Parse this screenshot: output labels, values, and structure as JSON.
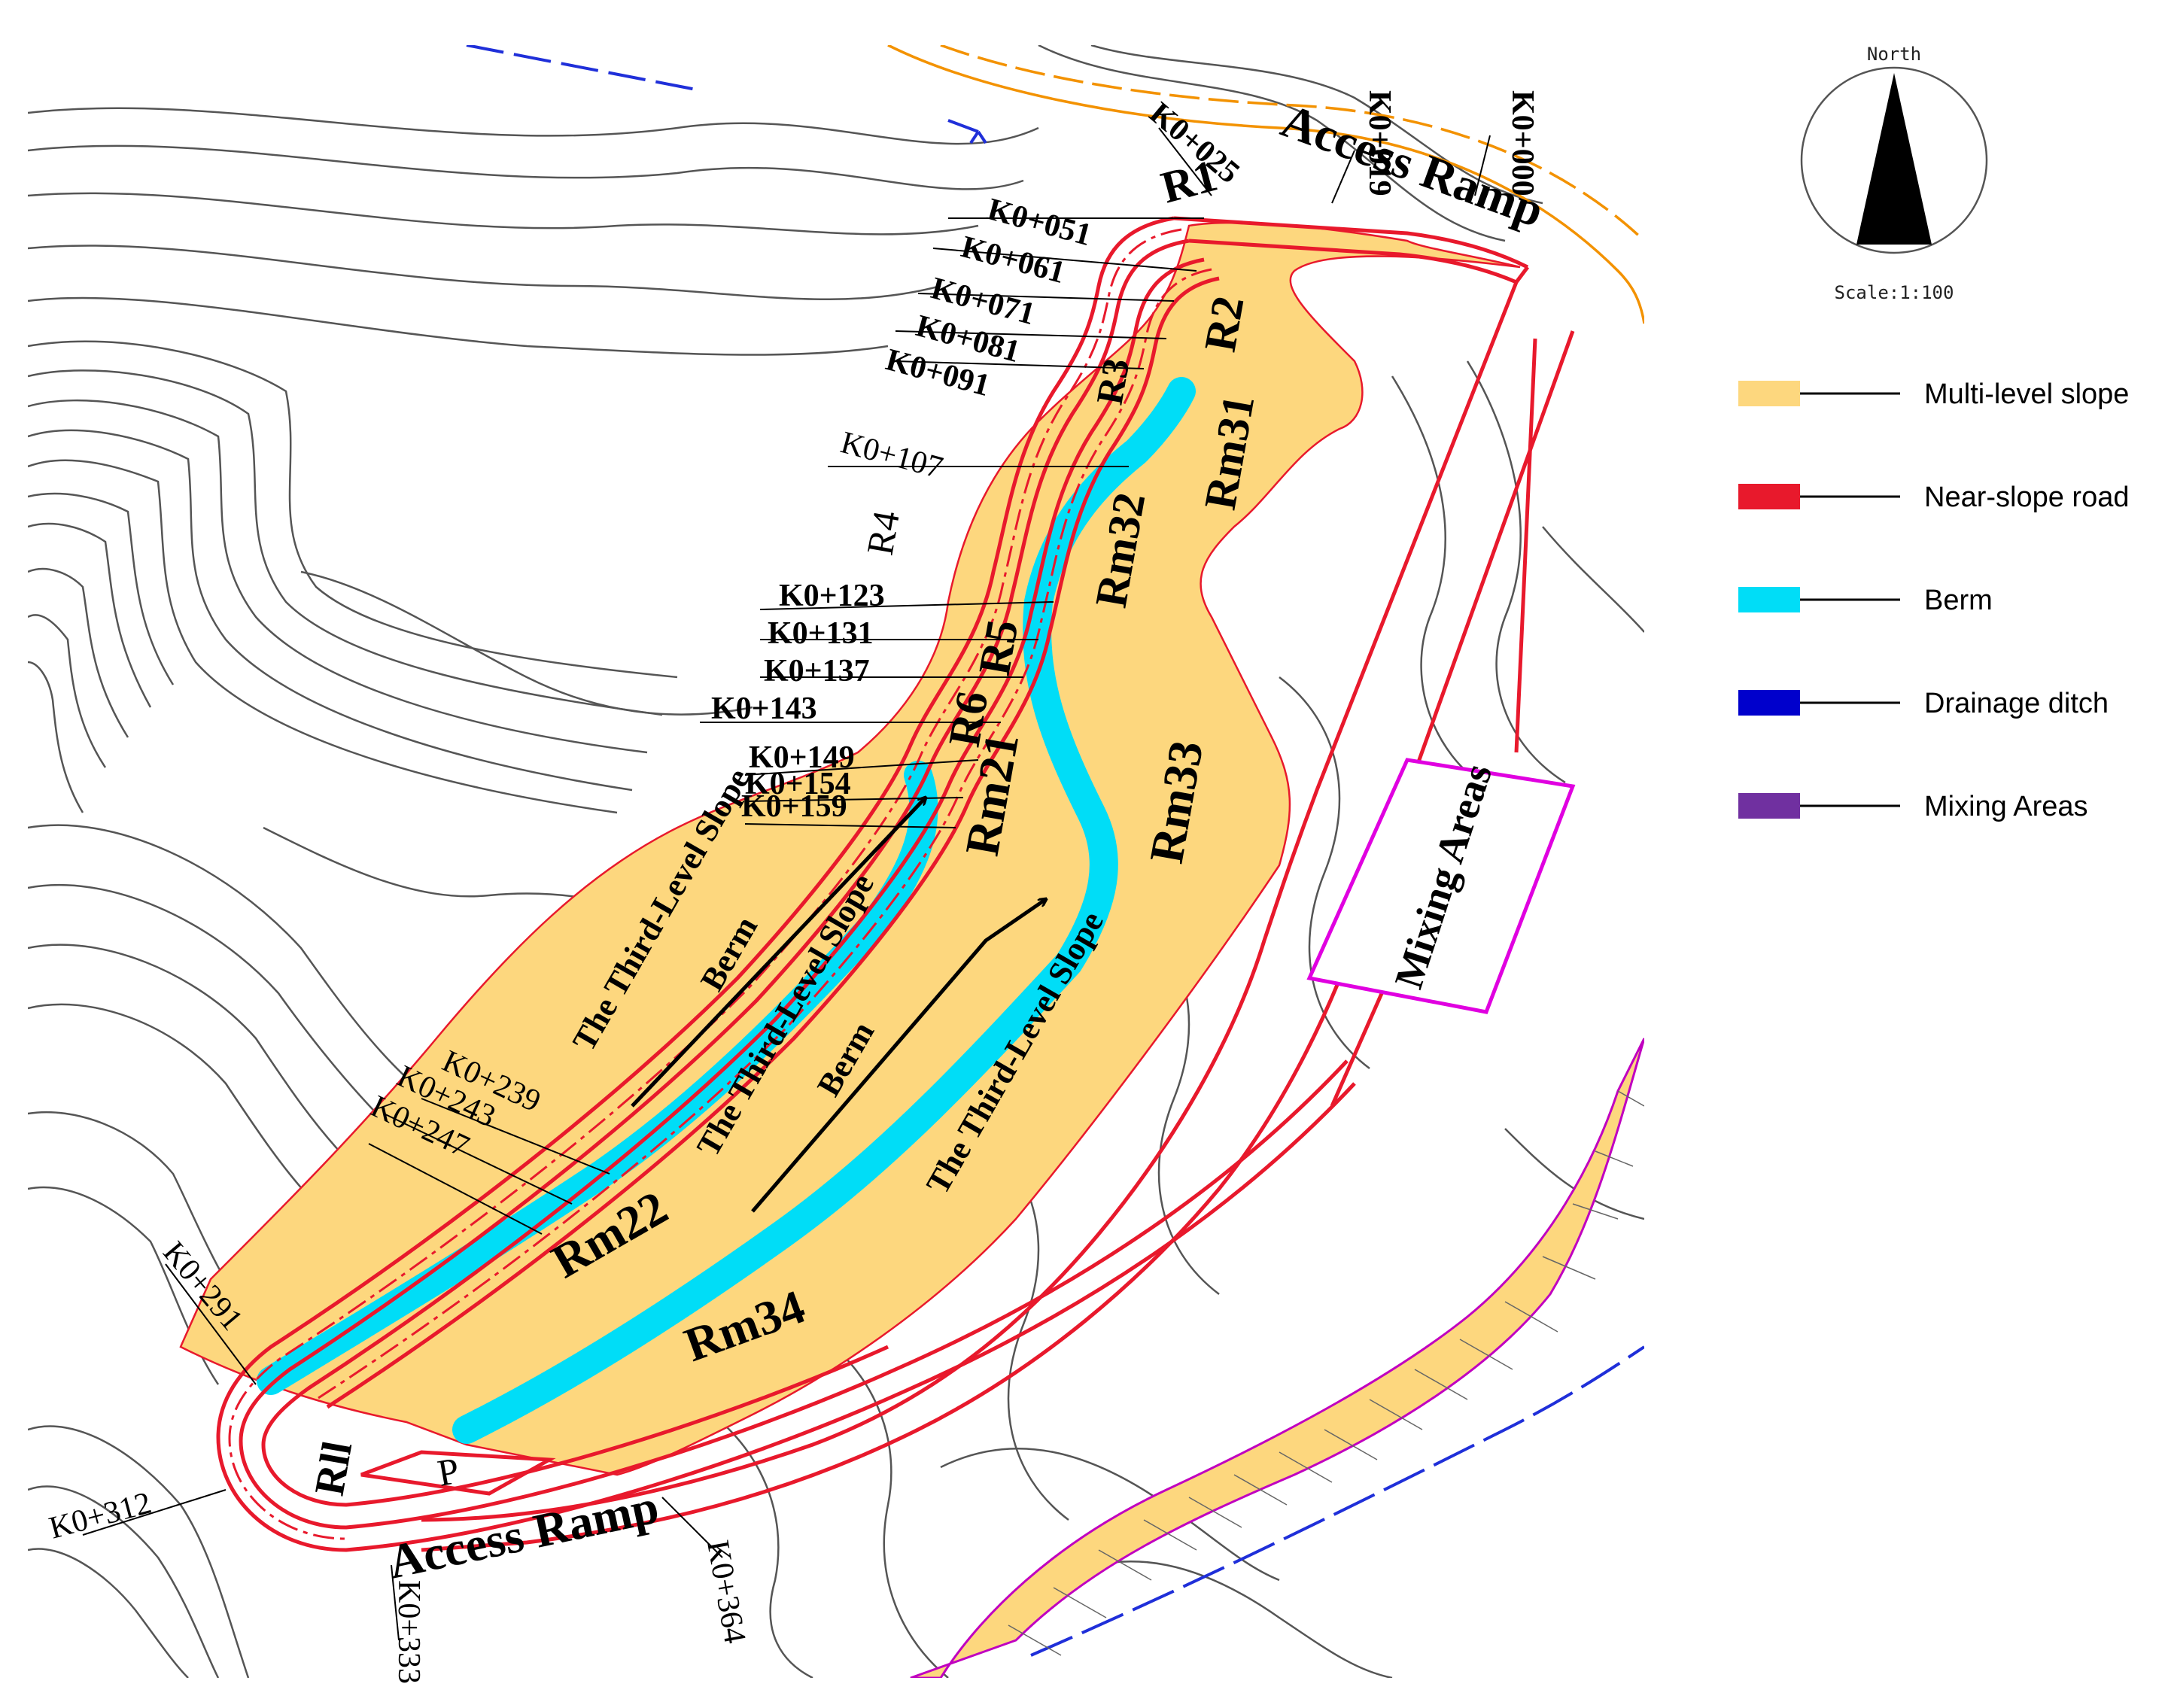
{
  "compass": {
    "north_label": "North",
    "scale_label": "Scale:1:100"
  },
  "legend": [
    {
      "label": "Multi-level slope",
      "color": "#FDD77E"
    },
    {
      "label": "Near-slope road",
      "color": "#E8192C"
    },
    {
      "label": "Berm",
      "color": "#00DDF7"
    },
    {
      "label": "Drainage ditch",
      "color": "#0000CC"
    },
    {
      "label": "Mixing Areas",
      "color": "#7030A0"
    }
  ],
  "ramps": {
    "top": "Access Ramp",
    "bottom": "Access Ramp"
  },
  "mixing_area": "Mixing Areas",
  "road_labels": [
    "R1",
    "R2",
    "R3",
    "R4",
    "R5",
    "R6",
    "Rll",
    "P"
  ],
  "slope_labels": [
    "Rm31",
    "Rm32",
    "Rm33",
    "Rm21",
    "Rm22",
    "Rm34"
  ],
  "area_labels": {
    "left_slope": "The Third-Level Slope",
    "left_berm": "Berm",
    "mid_slope": "The Third-Level Slope",
    "mid_berm": "Berm",
    "right_slope": "The Third-Level Slope"
  },
  "chainages": [
    "K0+025",
    "K0+019",
    "K0+000",
    "K0+051",
    "K0+061",
    "K0+071",
    "K0+081",
    "K0+091",
    "K0+107",
    "K0+123",
    "K0+131",
    "K0+137",
    "K0+143",
    "K0+149",
    "K0+154",
    "K0+159",
    "K0+239",
    "K0+243",
    "K0+247",
    "K0+291",
    "K0+312",
    "K0+333",
    "K0+364"
  ]
}
